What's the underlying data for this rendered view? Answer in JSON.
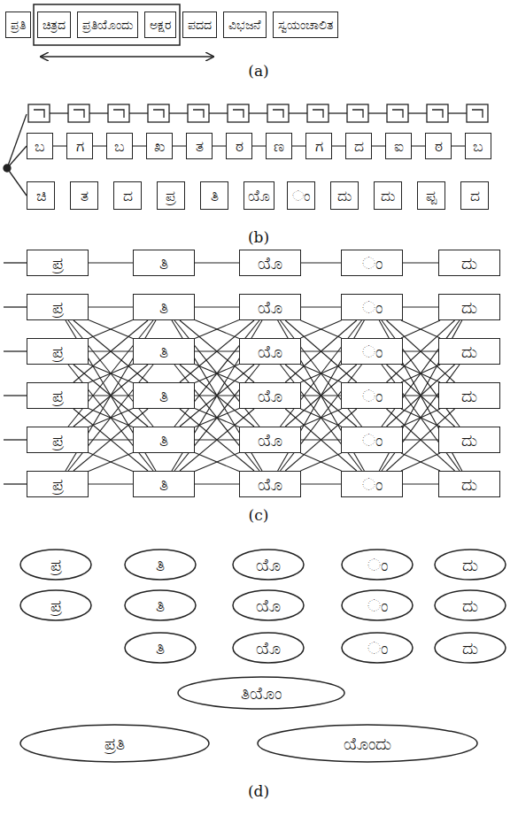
{
  "diagram": {
    "nodes": [
      {
        "text": [
          "ಪ್ರತಿ"
        ]
      },
      {
        "text": [
          "ಚಿತ್ರದ"
        ]
      },
      {
        "text": [
          "ಪ್ರತಿಯೊಂದು"
        ]
      },
      {
        "text": [
          "ಅಕ್ಷರ"
        ]
      },
      {
        "text": [
          "ಪದದ"
        ]
      },
      {
        "text": [
          "ವಿಭಜನೆ"
        ]
      },
      {
        "text": [
          "ಸ್ವಯಂಚಾಲಿತ"
        ]
      },
      {
        "text": [
          "ಬ"
        ]
      },
      {
        "text": [
          "ಗ"
        ]
      },
      {
        "text": [
          "ಬ"
        ]
      },
      {
        "text": [
          "ಖ"
        ]
      },
      {
        "text": [
          "ತ"
        ]
      },
      {
        "text": [
          "ಠ"
        ]
      },
      {
        "text": [
          "ಣ"
        ]
      },
      {
        "text": [
          "ಗ"
        ]
      },
      {
        "text": [
          "ದ"
        ]
      },
      {
        "text": [
          "ಐ"
        ]
      },
      {
        "text": [
          "ಠ"
        ]
      },
      {
        "text": [
          "ಬ"
        ]
      },
      {
        "text": [
          "ಚಿ"
        ]
      },
      {
        "text": [
          "ತ"
        ]
      },
      {
        "text": [
          "ದ"
        ]
      },
      {
        "text": [
          "ಪ್ರ"
        ]
      },
      {
        "text": [
          "ತಿ"
        ]
      },
      {
        "text": [
          "ಯೊ"
        ]
      },
      {
        "text": [
          "ಂ"
        ]
      },
      {
        "text": [
          "ದು"
        ]
      },
      {
        "text": [
          "ದು"
        ]
      },
      {
        "text": [
          "ಪ್ಪ"
        ]
      },
      {
        "text": [
          "ದ"
        ]
      },
      {
        "text": [
          "ಪ್ರ"
        ]
      },
      {
        "text": [
          "ತಿ"
        ]
      },
      {
        "text": [
          "ಯೊ"
        ]
      },
      {
        "text": [
          "ಂ"
        ]
      },
      {
        "text": [
          "ದು"
        ]
      },
      {
        "text": [
          "ಪ್ರ"
        ]
      },
      {
        "text": [
          "ಪ್ರ"
        ]
      },
      {
        "text": [
          "ಪ್ರ"
        ]
      },
      {
        "text": [
          "ಪ್ರ"
        ]
      },
      {
        "text": [
          "ಪ್ರ"
        ]
      },
      {
        "text": [
          "ತಿ"
        ]
      },
      {
        "text": [
          "ತಿ"
        ]
      },
      {
        "text": [
          "ತಿ"
        ]
      },
      {
        "text": [
          "ತಿ"
        ]
      },
      {
        "text": [
          "ತಿ"
        ]
      },
      {
        "text": [
          "ಯೊ"
        ]
      },
      {
        "text": [
          "ಯೊ"
        ]
      },
      {
        "text": [
          "ಯೊ"
        ]
      },
      {
        "text": [
          "ಯೊ"
        ]
      },
      {
        "text": [
          "ಯೊ"
        ]
      },
      {
        "text": [
          "ಂ"
        ]
      },
      {
        "text": [
          "ಂ"
        ]
      },
      {
        "text": [
          "ಂ"
        ]
      },
      {
        "text": [
          "ಂ"
        ]
      },
      {
        "text": [
          "ಂ"
        ]
      },
      {
        "text": [
          "ದು"
        ]
      },
      {
        "text": [
          "ದು"
        ]
      },
      {
        "text": [
          "ದು"
        ]
      },
      {
        "text": [
          "ದು"
        ]
      },
      {
        "text": [
          "ದು"
        ]
      },
      {
        "text": [
          "ಪ್ರ"
        ]
      },
      {
        "text": [
          "ತಿ"
        ]
      },
      {
        "text": [
          "ಯೊ"
        ]
      },
      {
        "text": [
          "ಂ"
        ]
      },
      {
        "text": [
          "ದು"
        ]
      },
      {
        "text": [
          "ಪ್ರ"
        ]
      },
      {
        "text": [
          "ತಿ"
        ]
      },
      {
        "text": [
          "ಯೊ"
        ]
      },
      {
        "text": [
          "ಂ"
        ]
      },
      {
        "text": [
          "ದು"
        ]
      },
      {
        "text": [
          "ತಿ"
        ]
      },
      {
        "text": [
          "ಯೊ"
        ]
      },
      {
        "text": [
          "ಂ"
        ]
      },
      {
        "text": [
          "ದು"
        ]
      },
      {
        "text": [
          "ತಿಯೊಂ"
        ]
      },
      {
        "text": [
          "ಪ್ರತಿ"
        ]
      },
      {
        "text": [
          "ಯೊಂದು"
        ]
      }
    ],
    "edges": [
      {
        "from": 7,
        "to": 8,
        "arrow": "none"
      },
      {
        "from": 8,
        "to": 9,
        "arrow": "none"
      },
      {
        "from": 9,
        "to": 10,
        "arrow": "none"
      },
      {
        "from": 10,
        "to": 11,
        "arrow": "none"
      },
      {
        "from": 11,
        "to": 12,
        "arrow": "none"
      },
      {
        "from": 12,
        "to": 13,
        "arrow": "none"
      },
      {
        "from": 13,
        "to": 14,
        "arrow": "none"
      },
      {
        "from": 14,
        "to": 15,
        "arrow": "none"
      },
      {
        "from": 15,
        "to": 16,
        "arrow": "none"
      },
      {
        "from": 16,
        "to": 17,
        "arrow": "none"
      },
      {
        "from": 17,
        "to": 18,
        "arrow": "none"
      },
      {
        "from": 30,
        "to": 31,
        "arrow": "none"
      },
      {
        "from": 31,
        "to": 32,
        "arrow": "none"
      },
      {
        "from": 32,
        "to": 33,
        "arrow": "none"
      },
      {
        "from": 33,
        "to": 34,
        "arrow": "none"
      },
      {
        "from": 35,
        "to": 40,
        "arrow": "none"
      },
      {
        "from": 35,
        "to": 41,
        "arrow": "none"
      },
      {
        "from": 35,
        "to": 42,
        "arrow": "none"
      },
      {
        "from": 35,
        "to": 43,
        "arrow": "none"
      },
      {
        "from": 35,
        "to": 44,
        "arrow": "none"
      },
      {
        "from": 36,
        "to": 40,
        "arrow": "none"
      },
      {
        "from": 36,
        "to": 41,
        "arrow": "none"
      },
      {
        "from": 36,
        "to": 42,
        "arrow": "none"
      },
      {
        "from": 36,
        "to": 43,
        "arrow": "none"
      },
      {
        "from": 36,
        "to": 44,
        "arrow": "none"
      },
      {
        "from": 37,
        "to": 40,
        "arrow": "none"
      },
      {
        "from": 37,
        "to": 41,
        "arrow": "none"
      },
      {
        "from": 37,
        "to": 42,
        "arrow": "none"
      },
      {
        "from": 37,
        "to": 43,
        "arrow": "none"
      },
      {
        "from": 37,
        "to": 44,
        "arrow": "none"
      },
      {
        "from": 38,
        "to": 40,
        "arrow": "none"
      },
      {
        "from": 38,
        "to": 41,
        "arrow": "none"
      },
      {
        "from": 38,
        "to": 42,
        "arrow": "none"
      },
      {
        "from": 38,
        "to": 43,
        "arrow": "none"
      },
      {
        "from": 38,
        "to": 44,
        "arrow": "none"
      },
      {
        "from": 39,
        "to": 40,
        "arrow": "none"
      },
      {
        "from": 39,
        "to": 41,
        "arrow": "none"
      },
      {
        "from": 39,
        "to": 42,
        "arrow": "none"
      },
      {
        "from": 39,
        "to": 43,
        "arrow": "none"
      },
      {
        "from": 39,
        "to": 44,
        "arrow": "none"
      },
      {
        "from": 40,
        "to": 45,
        "arrow": "none"
      },
      {
        "from": 40,
        "to": 46,
        "arrow": "none"
      },
      {
        "from": 40,
        "to": 47,
        "arrow": "none"
      },
      {
        "from": 40,
        "to": 48,
        "arrow": "none"
      },
      {
        "from": 40,
        "to": 49,
        "arrow": "none"
      },
      {
        "from": 41,
        "to": 45,
        "arrow": "none"
      },
      {
        "from": 41,
        "to": 46,
        "arrow": "none"
      },
      {
        "from": 41,
        "to": 47,
        "arrow": "none"
      },
      {
        "from": 41,
        "to": 48,
        "arrow": "none"
      },
      {
        "from": 41,
        "to": 49,
        "arrow": "none"
      },
      {
        "from": 42,
        "to": 45,
        "arrow": "none"
      },
      {
        "from": 42,
        "to": 46,
        "arrow": "none"
      },
      {
        "from": 42,
        "to": 47,
        "arrow": "none"
      },
      {
        "from": 42,
        "to": 48,
        "arrow": "none"
      },
      {
        "from": 42,
        "to": 49,
        "arrow": "none"
      },
      {
        "from": 43,
        "to": 45,
        "arrow": "none"
      },
      {
        "from": 43,
        "to": 46,
        "arrow": "none"
      },
      {
        "from": 43,
        "to": 47,
        "arrow": "none"
      },
      {
        "from": 43,
        "to": 48,
        "arrow": "none"
      },
      {
        "from": 43,
        "to": 49,
        "arrow": "none"
      },
      {
        "from": 44,
        "to": 45,
        "arrow": "none"
      },
      {
        "from": 44,
        "to": 46,
        "arrow": "none"
      },
      {
        "from": 44,
        "to": 47,
        "arrow": "none"
      },
      {
        "from": 44,
        "to": 48,
        "arrow": "none"
      },
      {
        "from": 44,
        "to": 49,
        "arrow": "none"
      },
      {
        "from": 45,
        "to": 50,
        "arrow": "none"
      },
      {
        "from": 45,
        "to": 51,
        "arrow": "none"
      },
      {
        "from": 45,
        "to": 52,
        "arrow": "none"
      },
      {
        "from": 45,
        "to": 53,
        "arrow": "none"
      },
      {
        "from": 45,
        "to": 54,
        "arrow": "none"
      },
      {
        "from": 46,
        "to": 50,
        "arrow": "none"
      },
      {
        "from": 46,
        "to": 51,
        "arrow": "none"
      },
      {
        "from": 46,
        "to": 52,
        "arrow": "none"
      },
      {
        "from": 46,
        "to": 53,
        "arrow": "none"
      },
      {
        "from": 46,
        "to": 54,
        "arrow": "none"
      },
      {
        "from": 47,
        "to": 50,
        "arrow": "none"
      },
      {
        "from": 47,
        "to": 51,
        "arrow": "none"
      },
      {
        "from": 47,
        "to": 52,
        "arrow": "none"
      },
      {
        "from": 47,
        "to": 53,
        "arrow": "none"
      },
      {
        "from": 47,
        "to": 54,
        "arrow": "none"
      },
      {
        "from": 48,
        "to": 50,
        "arrow": "none"
      },
      {
        "from": 48,
        "to": 51,
        "arrow": "none"
      },
      {
        "from": 48,
        "to": 52,
        "arrow": "none"
      },
      {
        "from": 48,
        "to": 53,
        "arrow": "none"
      },
      {
        "from": 48,
        "to": 54,
        "arrow": "none"
      },
      {
        "from": 49,
        "to": 50,
        "arrow": "none"
      },
      {
        "from": 49,
        "to": 51,
        "arrow": "none"
      },
      {
        "from": 49,
        "to": 52,
        "arrow": "none"
      },
      {
        "from": 49,
        "to": 53,
        "arrow": "none"
      },
      {
        "from": 49,
        "to": 54,
        "arrow": "none"
      },
      {
        "from": 50,
        "to": 55,
        "arrow": "none"
      },
      {
        "from": 50,
        "to": 56,
        "arrow": "none"
      },
      {
        "from": 50,
        "to": 57,
        "arrow": "none"
      },
      {
        "from": 50,
        "to": 58,
        "arrow": "none"
      },
      {
        "from": 50,
        "to": 59,
        "arrow": "none"
      },
      {
        "from": 51,
        "to": 55,
        "arrow": "none"
      },
      {
        "from": 51,
        "to": 56,
        "arrow": "none"
      },
      {
        "from": 51,
        "to": 57,
        "arrow": "none"
      },
      {
        "from": 51,
        "to": 58,
        "arrow": "none"
      },
      {
        "from": 51,
        "to": 59,
        "arrow": "none"
      },
      {
        "from": 52,
        "to": 55,
        "arrow": "none"
      },
      {
        "from": 52,
        "to": 56,
        "arrow": "none"
      },
      {
        "from": 52,
        "to": 57,
        "arrow": "none"
      },
      {
        "from": 52,
        "to": 58,
        "arrow": "none"
      },
      {
        "from": 52,
        "to": 59,
        "arrow": "none"
      },
      {
        "from": 53,
        "to": 55,
        "arrow": "none"
      },
      {
        "from": 53,
        "to": 56,
        "arrow": "none"
      },
      {
        "from": 53,
        "to": 57,
        "arrow": "none"
      },
      {
        "from": 53,
        "to": 58,
        "arrow": "none"
      },
      {
        "from": 53,
        "to": 59,
        "arrow": "none"
      },
      {
        "from": 54,
        "to": 55,
        "arrow": "none"
      },
      {
        "from": 54,
        "to": 56,
        "arrow": "none"
      },
      {
        "from": 54,
        "to": 57,
        "arrow": "none"
      },
      {
        "from": 54,
        "to": 58,
        "arrow": "none"
      },
      {
        "from": 54,
        "to": 59,
        "arrow": "none"
      }
    ],
    "labels": [
      "(a)",
      "(b)",
      "(c)",
      "(d)"
    ]
  }
}
